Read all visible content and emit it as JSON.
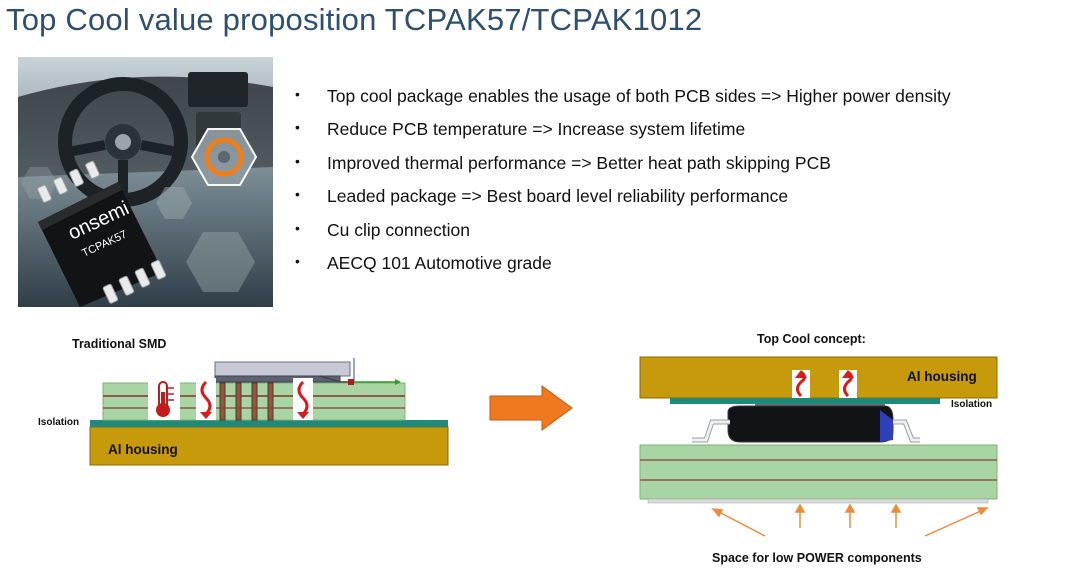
{
  "title": "Top Cool value proposition TCPAK57/TCPAK1012",
  "photo": {
    "brand": "onsemi",
    "part": "TCPAK57"
  },
  "bullets": [
    "Top cool package enables the usage of both PCB sides => Higher power density",
    "Reduce PCB temperature => Increase system lifetime",
    "Improved thermal performance => Better heat path skipping PCB",
    "Leaded package => Best board level reliability performance",
    "Cu clip connection",
    "AECQ 101 Automotive grade"
  ],
  "bullet_char": "•",
  "traditional": {
    "title": "Traditional SMD",
    "isolation_label": "Isolation",
    "housing_label": "Al housing"
  },
  "topcool": {
    "title": "Top Cool concept:",
    "housing_label": "Al housing",
    "isolation_label": "Isolation",
    "space_label": "Space for low POWER components"
  },
  "colors": {
    "title": "#2f4f6f",
    "housing": "#c79a0b",
    "pcb": "#a9d5a4",
    "isolation": "#1f8a78",
    "heat_arrow": "#d81b1b",
    "transition_arrow": "#f07820",
    "space_arrows": "#f08a3a"
  }
}
